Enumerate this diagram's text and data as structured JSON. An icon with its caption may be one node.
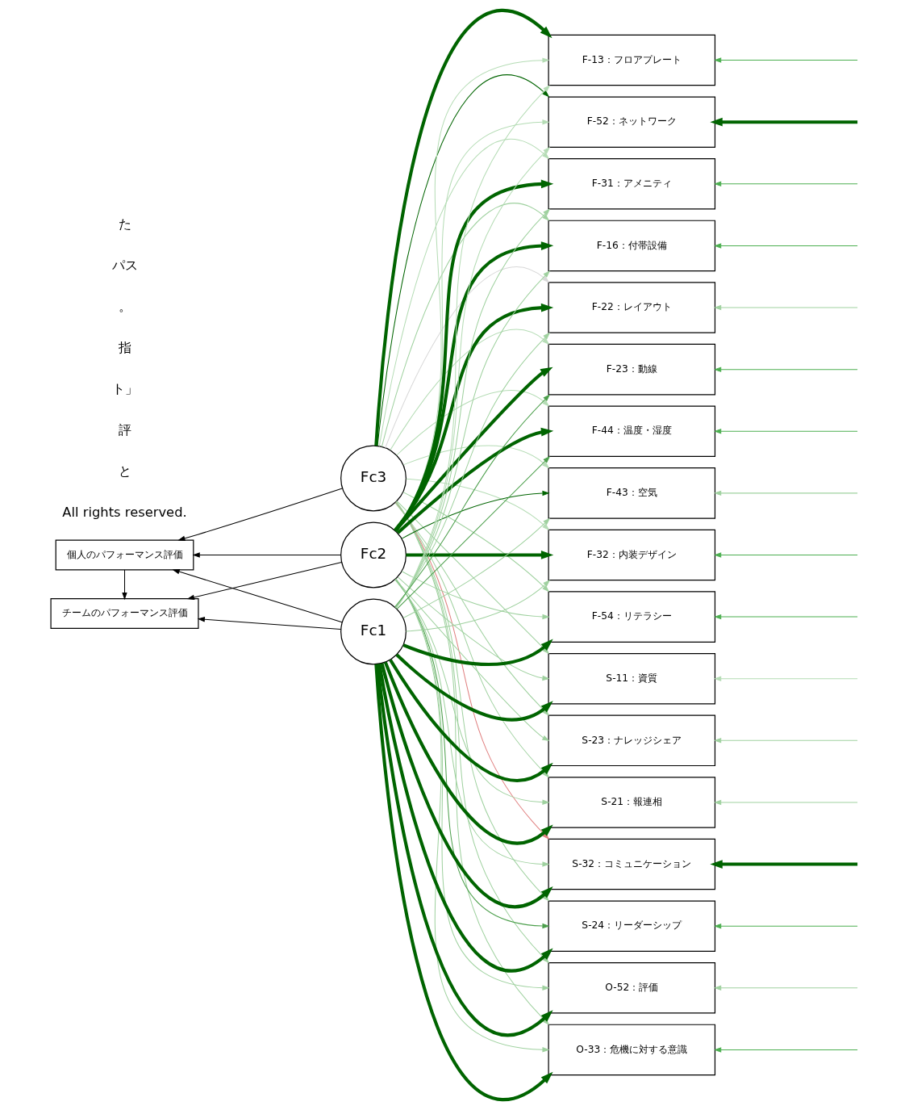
{
  "diagram": {
    "nodes": [
      {
        "text": [
          "Fc3"
        ]
      },
      {
        "text": [
          "Fc2"
        ]
      },
      {
        "text": [
          "Fc1"
        ]
      },
      {
        "text": [
          "個人のパフォーマンス評価"
        ]
      },
      {
        "text": [
          "チームのパフォーマンス評価"
        ]
      },
      {
        "text": [
          "F-13：フロアプレート"
        ]
      },
      {
        "text": [
          "F-52：ネットワーク"
        ]
      },
      {
        "text": [
          "F-31：アメニティ"
        ]
      },
      {
        "text": [
          "F-16：付帯設備"
        ]
      },
      {
        "text": [
          "F-22：レイアウト"
        ]
      },
      {
        "text": [
          "F-23：動線"
        ]
      },
      {
        "text": [
          "F-44：温度・湿度"
        ]
      },
      {
        "text": [
          "F-43：空気"
        ]
      },
      {
        "text": [
          "F-32：内装デザイン"
        ]
      },
      {
        "text": [
          "F-54：リテラシー"
        ]
      },
      {
        "text": [
          "S-11：資質"
        ]
      },
      {
        "text": [
          "S-23：ナレッジシェア"
        ]
      },
      {
        "text": [
          "S-21：報連相"
        ]
      },
      {
        "text": [
          "S-32：コミュニケーション"
        ]
      },
      {
        "text": [
          "S-24：リーダーシップ"
        ]
      },
      {
        "text": [
          "O-52：評価"
        ]
      },
      {
        "text": [
          "O-33：危機に対する意識"
        ]
      }
    ],
    "edges": [
      {
        "from": 0,
        "to": 3,
        "arrow": "to",
        "color": "#000000"
      },
      {
        "from": 1,
        "to": 3,
        "arrow": "to",
        "color": "#000000"
      },
      {
        "from": 1,
        "to": 4,
        "arrow": "to",
        "color": "#000000"
      },
      {
        "from": 2,
        "to": 3,
        "arrow": "to",
        "color": "#000000"
      },
      {
        "from": 2,
        "to": 4,
        "arrow": "to",
        "color": "#000000"
      },
      {
        "from": 3,
        "to": 4,
        "arrow": "to",
        "color": "#000000"
      },
      {
        "from": 0,
        "to": 5,
        "arrow": "to",
        "style": "thick",
        "color": "#006400"
      },
      {
        "from": 0,
        "to": 6,
        "arrow": "to",
        "color": "#006400"
      },
      {
        "from": 0,
        "to": 7,
        "arrow": "to",
        "color": "#b5dcb5"
      },
      {
        "from": 0,
        "to": 8,
        "arrow": "to",
        "color": "#9fd19f"
      },
      {
        "from": 0,
        "to": 9,
        "arrow": "to",
        "color": "#d8d8d8"
      },
      {
        "from": 0,
        "to": 10,
        "arrow": "to",
        "color": "#b5dcb5"
      },
      {
        "from": 0,
        "to": 11,
        "arrow": "to",
        "color": "#b5dcb5"
      },
      {
        "from": 0,
        "to": 12,
        "arrow": "to",
        "color": "#b5dcb5"
      },
      {
        "from": 0,
        "to": 13,
        "arrow": "to",
        "color": "#b5dcb5"
      },
      {
        "from": 0,
        "to": 14,
        "arrow": "to",
        "color": "#9fd19f"
      },
      {
        "from": 0,
        "to": 15,
        "arrow": "to",
        "color": "#9fd19f"
      },
      {
        "from": 0,
        "to": 16,
        "arrow": "to",
        "color": "#9fd19f"
      },
      {
        "from": 0,
        "to": 17,
        "arrow": "to",
        "color": "#9fd19f"
      },
      {
        "from": 0,
        "to": 18,
        "arrow": "to",
        "color": "#e08080"
      },
      {
        "from": 0,
        "to": 19,
        "arrow": "to",
        "color": "#9fd19f"
      },
      {
        "from": 0,
        "to": 20,
        "arrow": "to",
        "color": "#9fd19f"
      },
      {
        "from": 0,
        "to": 21,
        "arrow": "to",
        "color": "#9fd19f"
      },
      {
        "from": 1,
        "to": 5,
        "arrow": "to",
        "color": "#b5dcb5"
      },
      {
        "from": 1,
        "to": 6,
        "arrow": "to",
        "color": "#b5dcb5"
      },
      {
        "from": 1,
        "to": 7,
        "arrow": "to",
        "style": "thick",
        "color": "#006400"
      },
      {
        "from": 1,
        "to": 8,
        "arrow": "to",
        "style": "thick",
        "color": "#006400"
      },
      {
        "from": 1,
        "to": 9,
        "arrow": "to",
        "style": "thick",
        "color": "#006400"
      },
      {
        "from": 1,
        "to": 10,
        "arrow": "to",
        "style": "thick",
        "color": "#006400"
      },
      {
        "from": 1,
        "to": 11,
        "arrow": "to",
        "style": "thick",
        "color": "#006400"
      },
      {
        "from": 1,
        "to": 12,
        "arrow": "to",
        "color": "#006400"
      },
      {
        "from": 1,
        "to": 13,
        "arrow": "to",
        "style": "thick",
        "color": "#006400"
      },
      {
        "from": 1,
        "to": 14,
        "arrow": "to",
        "color": "#9fd19f"
      },
      {
        "from": 1,
        "to": 15,
        "arrow": "to",
        "color": "#9fd19f"
      },
      {
        "from": 1,
        "to": 16,
        "arrow": "to",
        "color": "#9fd19f"
      },
      {
        "from": 1,
        "to": 17,
        "arrow": "to",
        "color": "#9fd19f"
      },
      {
        "from": 1,
        "to": 18,
        "arrow": "to",
        "color": "#9fd19f"
      },
      {
        "from": 1,
        "to": 19,
        "arrow": "to",
        "color": "#4c9f4c"
      },
      {
        "from": 1,
        "to": 20,
        "arrow": "to",
        "color": "#9fd19f"
      },
      {
        "from": 1,
        "to": 21,
        "arrow": "to",
        "color": "#9fd19f"
      },
      {
        "from": 2,
        "to": 5,
        "arrow": "to",
        "color": "#b5dcb5"
      },
      {
        "from": 2,
        "to": 6,
        "arrow": "to",
        "color": "#b5dcb5"
      },
      {
        "from": 2,
        "to": 7,
        "arrow": "to",
        "color": "#9fd19f"
      },
      {
        "from": 2,
        "to": 8,
        "arrow": "to",
        "color": "#9fd19f"
      },
      {
        "from": 2,
        "to": 9,
        "arrow": "to",
        "color": "#9fd19f"
      },
      {
        "from": 2,
        "to": 10,
        "arrow": "to",
        "color": "#4c9f4c"
      },
      {
        "from": 2,
        "to": 11,
        "arrow": "to",
        "color": "#4c9f4c"
      },
      {
        "from": 2,
        "to": 12,
        "arrow": "to",
        "color": "#9fd19f"
      },
      {
        "from": 2,
        "to": 13,
        "arrow": "to",
        "color": "#9fd19f"
      },
      {
        "from": 2,
        "to": 14,
        "arrow": "to",
        "style": "thick",
        "color": "#006400"
      },
      {
        "from": 2,
        "to": 15,
        "arrow": "to",
        "style": "thick",
        "color": "#006400"
      },
      {
        "from": 2,
        "to": 16,
        "arrow": "to",
        "style": "thick",
        "color": "#006400"
      },
      {
        "from": 2,
        "to": 17,
        "arrow": "to",
        "style": "thick",
        "color": "#006400"
      },
      {
        "from": 2,
        "to": 18,
        "arrow": "to",
        "style": "thick",
        "color": "#006400"
      },
      {
        "from": 2,
        "to": 19,
        "arrow": "to",
        "style": "thick",
        "color": "#006400"
      },
      {
        "from": 2,
        "to": 20,
        "arrow": "to",
        "style": "thick",
        "color": "#006400"
      },
      {
        "from": 2,
        "to": 21,
        "arrow": "to",
        "style": "thick",
        "color": "#006400"
      },
      {
        "from": null,
        "to": 5,
        "arrow": "to",
        "color": "#4caf50"
      },
      {
        "from": null,
        "to": 6,
        "arrow": "to",
        "style": "thick",
        "color": "#006400"
      },
      {
        "from": null,
        "to": 7,
        "arrow": "to",
        "color": "#4caf50"
      },
      {
        "from": null,
        "to": 8,
        "arrow": "to",
        "color": "#4caf50"
      },
      {
        "from": null,
        "to": 9,
        "arrow": "to",
        "color": "#9fd19f"
      },
      {
        "from": null,
        "to": 10,
        "arrow": "to",
        "color": "#4caf50"
      },
      {
        "from": null,
        "to": 11,
        "arrow": "to",
        "color": "#4caf50"
      },
      {
        "from": null,
        "to": 12,
        "arrow": "to",
        "color": "#9fd19f"
      },
      {
        "from": null,
        "to": 13,
        "arrow": "to",
        "color": "#4caf50"
      },
      {
        "from": null,
        "to": 14,
        "arrow": "to",
        "color": "#4caf50"
      },
      {
        "from": null,
        "to": 15,
        "arrow": "to",
        "color": "#b5dcb5"
      },
      {
        "from": null,
        "to": 16,
        "arrow": "to",
        "color": "#9fd19f"
      },
      {
        "from": null,
        "to": 17,
        "arrow": "to",
        "color": "#9fd19f"
      },
      {
        "from": null,
        "to": 18,
        "arrow": "to",
        "style": "thick",
        "color": "#006400"
      },
      {
        "from": null,
        "to": 19,
        "arrow": "to",
        "color": "#4caf50"
      },
      {
        "from": null,
        "to": 20,
        "arrow": "to",
        "color": "#9fd19f"
      },
      {
        "from": null,
        "to": 21,
        "arrow": "to",
        "color": "#4caf50"
      }
    ],
    "labels": [
      "た",
      "パス",
      "。",
      "指",
      "ト」",
      "評",
      "と",
      "All rights reserved."
    ]
  }
}
